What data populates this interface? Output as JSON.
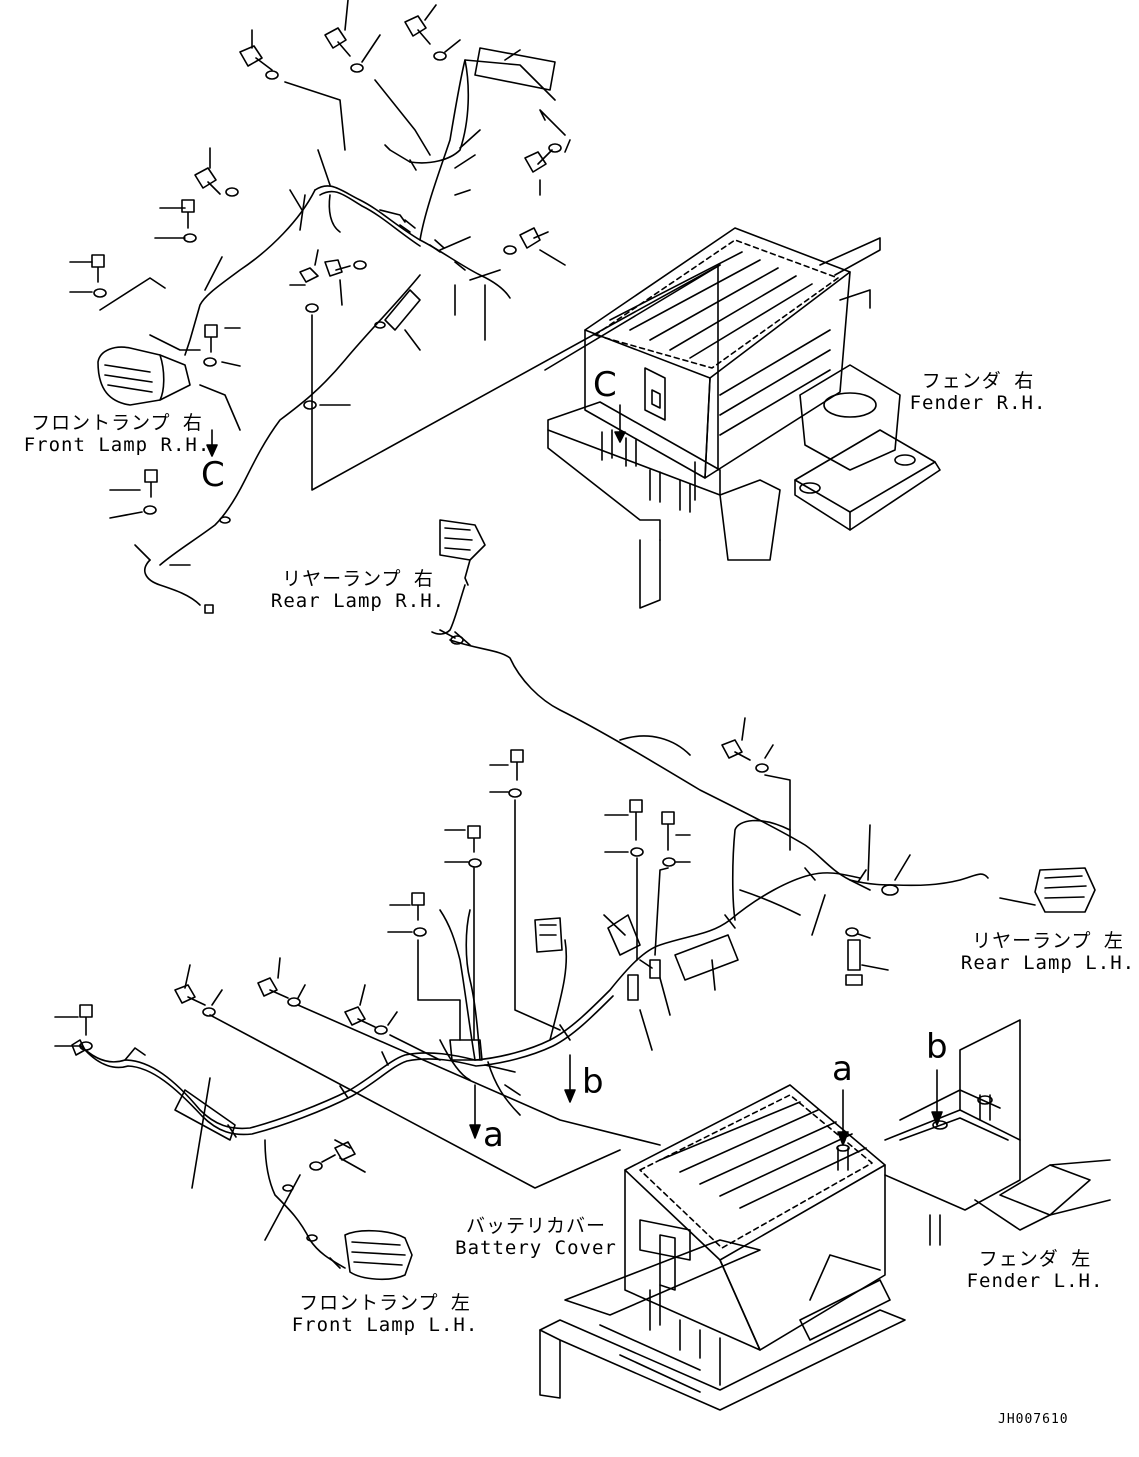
{
  "labels": {
    "front_lamp_rh": {
      "ja": "フロントランプ 右",
      "en": "Front Lamp R.H."
    },
    "fender_rh": {
      "ja": "フェンダ 右",
      "en": "Fender R.H."
    },
    "rear_lamp_rh": {
      "ja": "リヤーランプ 右",
      "en": "Rear Lamp R.H."
    },
    "rear_lamp_lh": {
      "ja": "リヤーランプ 左",
      "en": "Rear Lamp L.H."
    },
    "battery_cover": {
      "ja": "バッテリカバー",
      "en": "Battery Cover"
    },
    "front_lamp_lh": {
      "ja": "フロントランプ 左",
      "en": "Front Lamp L.H."
    },
    "fender_lh": {
      "ja": "フェンダ 左",
      "en": "Fender L.H."
    }
  },
  "view_markers": {
    "c_upper": "C",
    "c_lower": "C",
    "a_harness": "a",
    "b_harness": "b",
    "a_battery": "a",
    "b_fender": "b"
  },
  "drawing_code": "JH007610"
}
